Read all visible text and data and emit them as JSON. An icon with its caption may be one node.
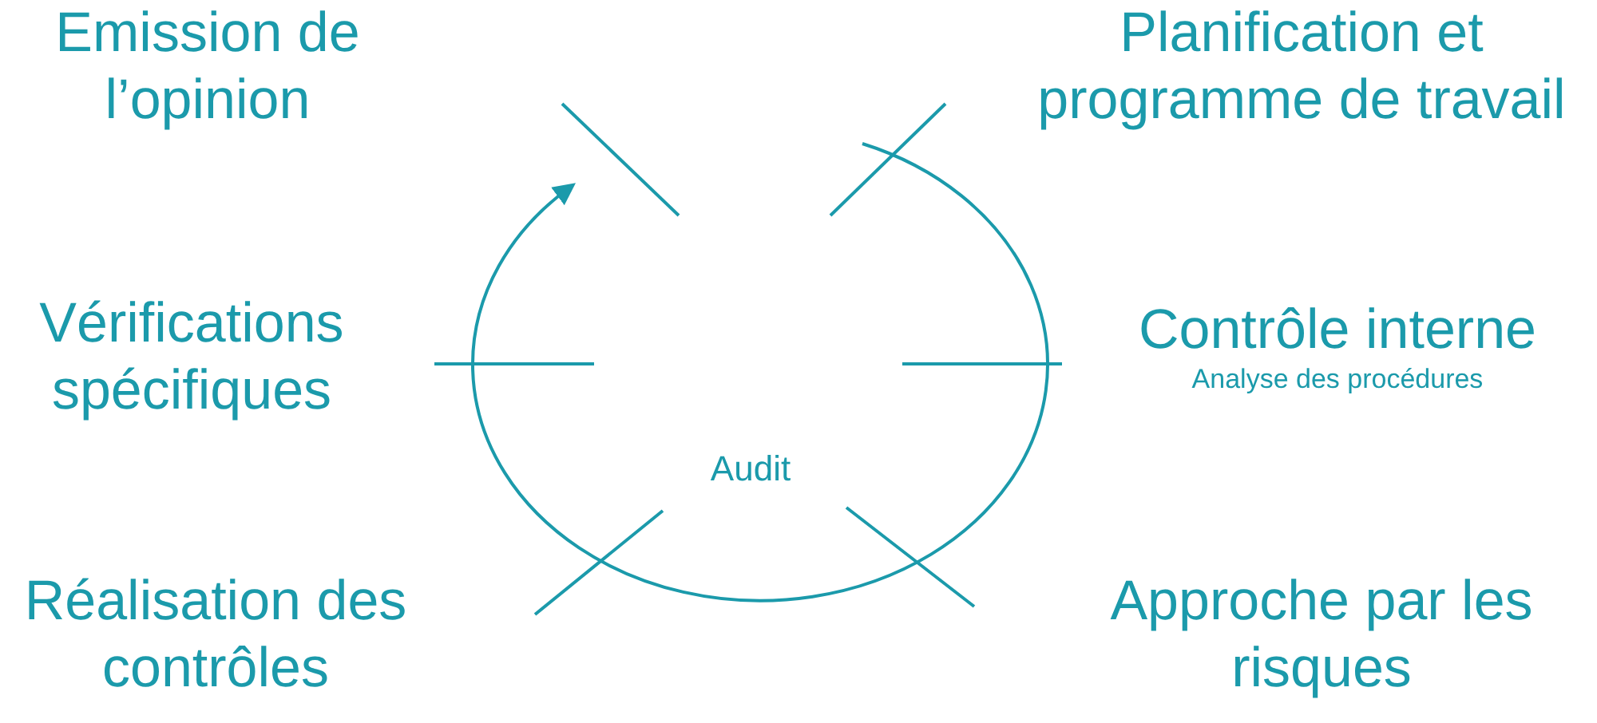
{
  "diagram": {
    "nodes": [
      {
        "text": [
          "Emission de l’opinion"
        ]
      },
      {
        "text": [
          "Planification et programme de travail"
        ]
      },
      {
        "text": [
          "Vérifications spécifiques"
        ]
      },
      {
        "text": [
          "Contrôle interne",
          "Analyse des procédures"
        ]
      },
      {
        "text": [
          "Réalisation des contrôles"
        ]
      },
      {
        "text": [
          "Approche par les risques"
        ]
      },
      {
        "text": [
          "Audit"
        ]
      }
    ],
    "edges": []
  }
}
